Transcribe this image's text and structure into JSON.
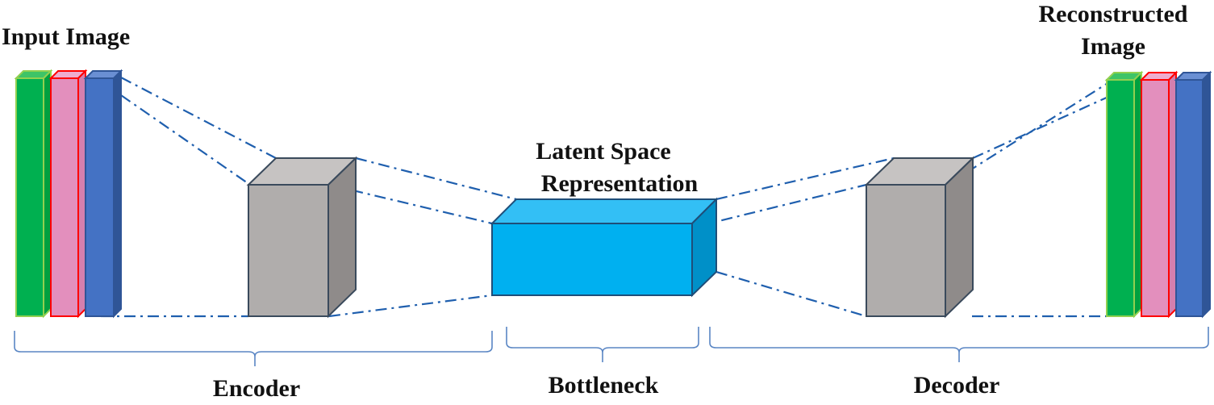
{
  "labels": {
    "input_image": "Input Image",
    "reconstructed_line1": "Reconstructed",
    "reconstructed_line2": "Image",
    "latent_line1": "Latent Space",
    "latent_line2": "Representation",
    "encoder": "Encoder",
    "bottleneck": "Bottleneck",
    "decoder": "Decoder"
  },
  "colors": {
    "channel_green": "#00b050",
    "channel_pink": "#e38fbd",
    "channel_blue": "#4472c4",
    "feature_block_gray": "#b0adac",
    "latent_block_cyan": "#00b0f0",
    "connector_line": "#1f5fae"
  }
}
